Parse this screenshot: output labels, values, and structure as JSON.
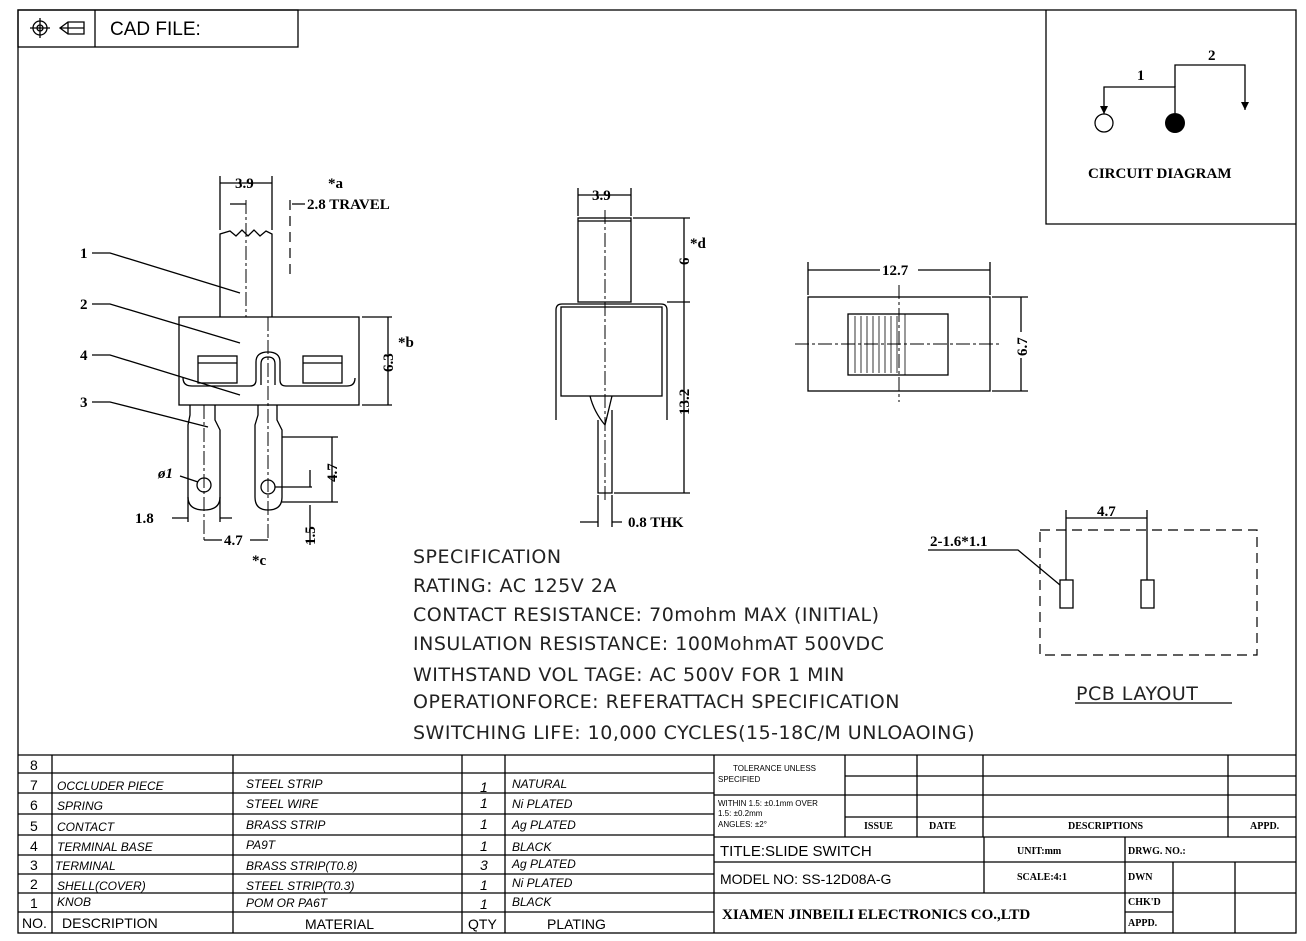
{
  "header": {
    "cad_label": "CAD FILE:",
    "icons": [
      "projection-symbol-icon",
      "third-angle-icon"
    ]
  },
  "circuit": {
    "title": "CIRCUIT DIAGRAM",
    "pin1": "1",
    "pin2": "2"
  },
  "side_view": {
    "dim_width": "3.9",
    "note_a": "*a",
    "travel": "2.8 TRAVEL",
    "callouts": [
      "1",
      "2",
      "4",
      "3"
    ],
    "dim_height": "6.3",
    "note_b": "*b",
    "dim_hole": "ø1",
    "dim_lead_width": "1.8",
    "dim_pitch": "4.7",
    "note_c": "*c",
    "dim_lead_len": "4.7",
    "dim_hole_offset": "1.5"
  },
  "front_view": {
    "dim_width": "3.9",
    "dim_knob": "6",
    "note_d": "*d",
    "dim_total": "13.2",
    "thickness": "0.8 THK"
  },
  "top_view": {
    "dim_length": "12.7",
    "dim_width": "6.7"
  },
  "pcb": {
    "title": "PCB LAYOUT",
    "pitch": "4.7",
    "pad": "2-1.6*1.1"
  },
  "specification": [
    "SPECIFICATION",
    "RATING: AC  125V  2A",
    "CONTACT  RESISTANCE: 70mohm  MAX  (INITIAL)",
    "INSULATION  RESISTANCE: 100MohmAT  500VDC",
    "WITHSTAND  VOL TAGE: AC  500V  FOR  1  MIN",
    "OPERATIONFORCE: REFERATTACH  SPECIFICATION",
    "SWITCHING  LIFE: 10,000  CYCLES(15-18C/M  UNLOAOING)"
  ],
  "bom": {
    "headers": [
      "NO.",
      "DESCRIPTION",
      "MATERIAL",
      "QTY",
      "PLATING"
    ],
    "rows": [
      [
        "8",
        "",
        "",
        "",
        ""
      ],
      [
        "7",
        "OCCLUDER  PIECE",
        "STEEL  STRIP",
        "1",
        "NATURAL"
      ],
      [
        "6",
        "SPRING",
        "STEEL  WIRE",
        "1",
        "Ni  PLATED"
      ],
      [
        "5",
        "CONTACT",
        "BRASS  STRIP",
        "1",
        "Ag  PLATED"
      ],
      [
        "4",
        "TERMINAL  BASE",
        "PA9T",
        "1",
        "BLACK"
      ],
      [
        "3",
        "TERMINAL",
        "BRASS  STRIP(T0.8)",
        "3",
        "Ag  PLATED"
      ],
      [
        "2",
        "SHELL(COVER)",
        "STEEL  STRIP(T0.3)",
        "1",
        "Ni  PLATED"
      ],
      [
        "1",
        "KNOB",
        "POM  OR  PA6T",
        "1",
        "BLACK"
      ]
    ]
  },
  "title_block": {
    "tolerance1": "TOLERANCE  UNLESS",
    "tolerance2": "SPECIFIED",
    "within1": "WITHIN  1.5: ±0.1mm  OVER",
    "within2": "1.5:  ±0.2mm",
    "angles": "ANGLES: ±2°",
    "issue": "ISSUE",
    "date": "DATE",
    "descriptions": "DESCRIPTIONS",
    "appd": "APPD.",
    "title": "TITLE:SLIDE  SWITCH",
    "model": "MODEL  NO: SS-12D08A-G",
    "unit": "UNIT:mm",
    "scale": "SCALE:4:1",
    "drwg_no": "DRWG.  NO.:",
    "dwn": "DWN",
    "chkd": "CHK'D",
    "appd2": "APPD.",
    "company": "XIAMEN JINBEILI ELECTRONICS CO.,LTD"
  }
}
